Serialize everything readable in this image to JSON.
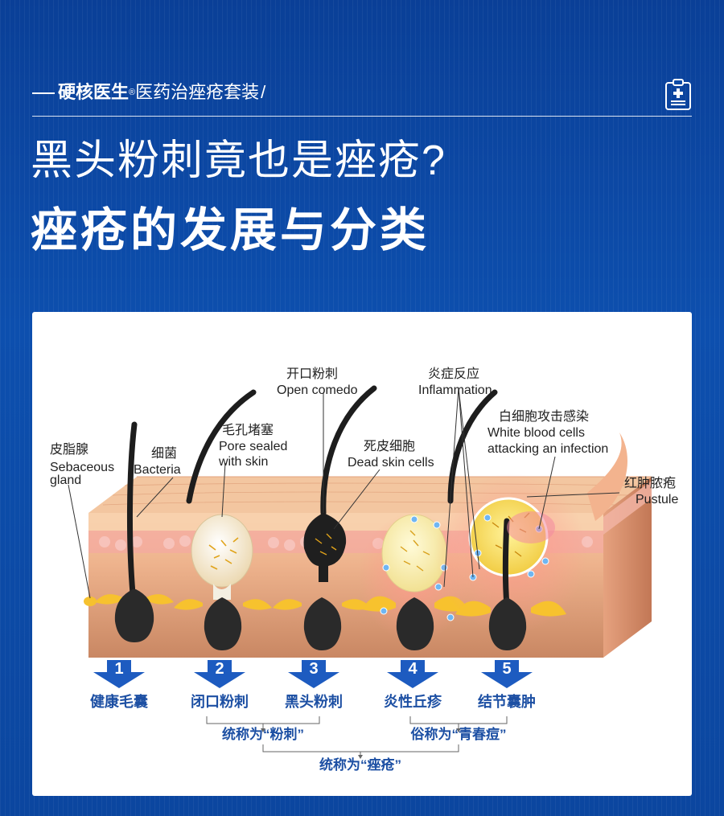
{
  "header": {
    "brand_bold": "硬核医生",
    "brand_mark": "®",
    "brand_rest": "医药治痤疮套装",
    "brand_slash": "/",
    "clipboard_icon": "medical-clipboard-icon"
  },
  "title_line1": "黑头粉刺竟也是痤疮?",
  "title_line2": "痤疮的发展与分类",
  "labels": {
    "sebaceous_cn": "皮脂腺",
    "sebaceous_en1": "Sebaceous",
    "sebaceous_en2": "gland",
    "bacteria_cn": "细菌",
    "bacteria_en": "Bacteria",
    "pore_cn": "毛孔堵塞",
    "pore_en1": "Pore sealed",
    "pore_en2": "with skin",
    "open_cn": "开口粉刺",
    "open_en": "Open comedo",
    "dead_cn": "死皮细胞",
    "dead_en": "Dead skin cells",
    "inflam_cn": "炎症反应",
    "inflam_en": "Inflammation",
    "wbc_cn": "白细胞攻击感染",
    "wbc_en1": "White blood cells",
    "wbc_en2": "attacking an infection",
    "pustule_cn": "红肿脓疱",
    "pustule_en": "Pustule"
  },
  "stages": [
    {
      "num": "1",
      "name": "健康毛囊"
    },
    {
      "num": "2",
      "name": "闭口粉刺"
    },
    {
      "num": "3",
      "name": "黑头粉刺"
    },
    {
      "num": "4",
      "name": "炎性丘疹"
    },
    {
      "num": "5",
      "name": "结节囊肿"
    }
  ],
  "groups": {
    "fenci": "统称为“粉刺”",
    "qingchun": "俗称为“青春痘”",
    "cuochuang": "统称为“痤疮”"
  },
  "colors": {
    "background": "#0c4aa6",
    "accent_blue": "#1c4fa3",
    "skin_top": "#f2b98d",
    "skin_deep": "#d98d66"
  }
}
